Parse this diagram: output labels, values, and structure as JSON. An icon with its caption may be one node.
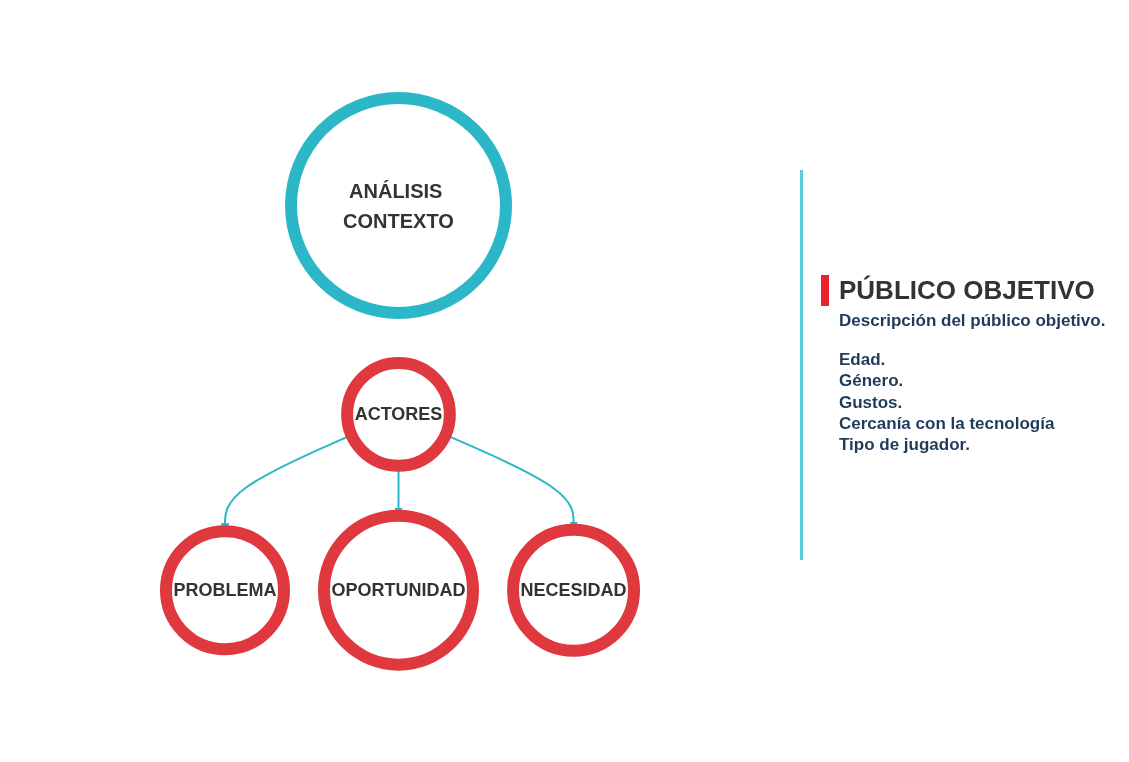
{
  "diagram": {
    "nodes": [
      {
        "text": [
          "ANÁLISIS CONTEXTO"
        ]
      },
      {
        "text": [
          "ACTORES"
        ]
      },
      {
        "text": [
          "PROBLEMA"
        ]
      },
      {
        "text": [
          "OPORTUNIDAD"
        ]
      },
      {
        "text": [
          "NECESIDAD"
        ]
      }
    ],
    "edges": [
      {
        "from": 1,
        "to": 2,
        "arrow": "to"
      },
      {
        "from": 1,
        "to": 3,
        "arrow": "to"
      },
      {
        "from": 1,
        "to": 4,
        "arrow": "to"
      }
    ],
    "labels": [
      "PÚBLICO OBJETIVO",
      "Descripción del público objetivo.",
      "Edad.",
      "Género.",
      "Gustos.",
      "Cercanía con la tecnología",
      "Tipo de jugador."
    ]
  }
}
